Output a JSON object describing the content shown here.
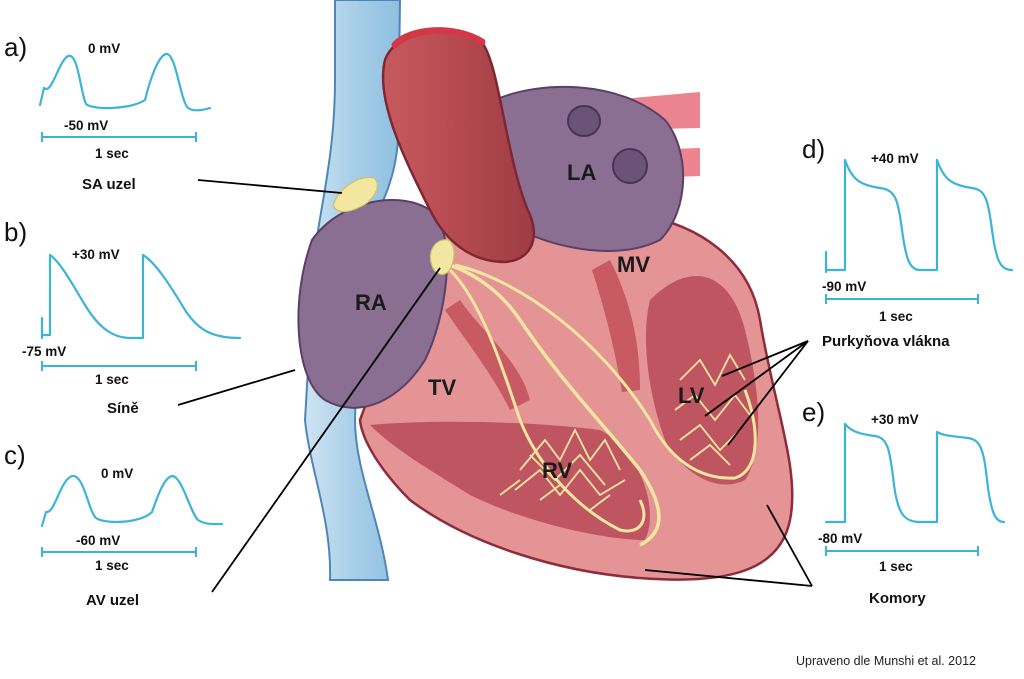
{
  "panels": [
    {
      "id": "a",
      "letter": "a)",
      "top_mv": "0 mV",
      "bottom_mv": "-50 mV",
      "scale": "1 sec",
      "name": "SA uzel"
    },
    {
      "id": "b",
      "letter": "b)",
      "top_mv": "+30 mV",
      "bottom_mv": "-75 mV",
      "scale": "1 sec",
      "name": "Síně"
    },
    {
      "id": "c",
      "letter": "c)",
      "top_mv": "0 mV",
      "bottom_mv": "-60 mV",
      "scale": "1 sec",
      "name": "AV uzel"
    },
    {
      "id": "d",
      "letter": "d)",
      "top_mv": "+40 mV",
      "bottom_mv": "-90 mV",
      "scale": "1 sec",
      "name": "Purkyňova vlákna"
    },
    {
      "id": "e",
      "letter": "e)",
      "top_mv": "+30 mV",
      "bottom_mv": "-80 mV",
      "scale": "1 sec",
      "name": "Komory"
    }
  ],
  "chambers": {
    "ra": "RA",
    "la": "LA",
    "rv": "RV",
    "lv": "LV",
    "tv": "TV",
    "mv": "MV"
  },
  "credit": "Upraveno dle Munshi et al. 2012",
  "colors": {
    "trace": "#3cb4d8",
    "myocardium": "#c0525a",
    "atrium": "#8a6f93",
    "vein": "#a9cfe8",
    "conduction": "#f2e6a0"
  }
}
